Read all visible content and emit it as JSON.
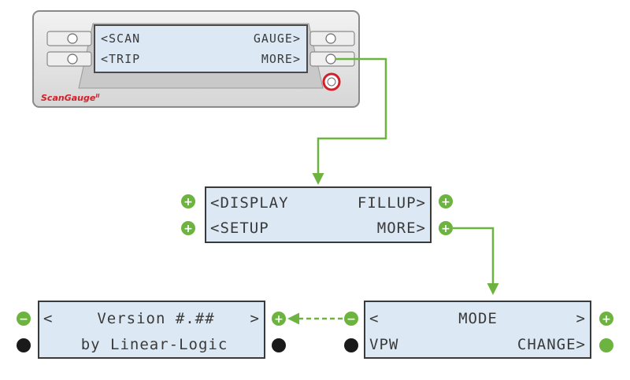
{
  "device": {
    "brand": "ScanGauge",
    "brand_suffix": "II",
    "lcd_lines": [
      {
        "left": "<SCAN",
        "right": "GAUGE>"
      },
      {
        "left": "<TRIP",
        "right": "MORE>"
      }
    ]
  },
  "screen_more": {
    "lines": [
      {
        "left": "<DISPLAY",
        "right": "FILLUP>"
      },
      {
        "left": "<SETUP",
        "right": "MORE>"
      }
    ],
    "buttons": [
      "+",
      "+",
      "+",
      "+"
    ]
  },
  "screen_mode": {
    "lines": [
      {
        "left": "<",
        "center": "MODE",
        "right": ">"
      },
      {
        "left": "VPW",
        "right": "CHANGE>"
      }
    ],
    "buttons": [
      "−",
      "+"
    ]
  },
  "screen_version": {
    "lines": [
      {
        "left": "<",
        "center": "Version #.##",
        "right": ">"
      },
      {
        "center": "by Linear-Logic"
      }
    ],
    "buttons": [
      "−",
      "+"
    ]
  },
  "colors": {
    "accent_green": "#6db33f",
    "lcd_bg": "#dce9f4",
    "device_body": "#e3e3e3",
    "highlight_red": "#d0202a",
    "dot_black": "#1a1a1a"
  }
}
